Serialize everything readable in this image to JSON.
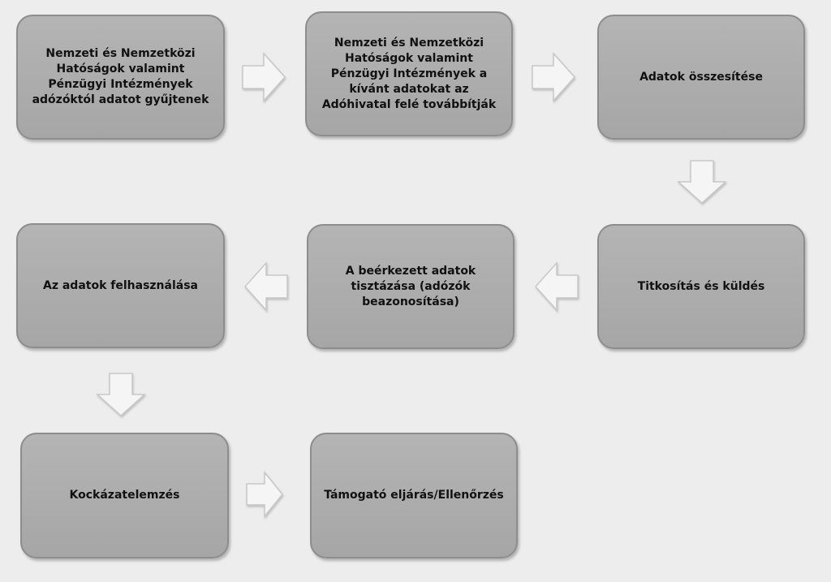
{
  "steps": [
    {
      "id": "collect",
      "label": "Nemzeti és Nemzetközi Hatóságok valamint Pénzügyi Intézmények adózóktól adatot gyűjtenek"
    },
    {
      "id": "forward",
      "label": "Nemzeti és Nemzetközi Hatóságok valamint Pénzügyi Intézmények a kívánt adatokat az Adóhivatal felé továbbítják"
    },
    {
      "id": "aggregate",
      "label": "Adatok összesítése"
    },
    {
      "id": "encrypt",
      "label": "Titkosítás és küldés"
    },
    {
      "id": "clarify",
      "label": "A beérkezett adatok tisztázása (adózók beazonosítása)"
    },
    {
      "id": "use",
      "label": "Az adatok felhasználása"
    },
    {
      "id": "risk",
      "label": "Kockázatelemzés"
    },
    {
      "id": "support",
      "label": "Támogató eljárás/Ellenőrzés"
    }
  ],
  "flow": [
    {
      "from": "collect",
      "to": "forward",
      "direction": "right"
    },
    {
      "from": "forward",
      "to": "aggregate",
      "direction": "right"
    },
    {
      "from": "aggregate",
      "to": "encrypt",
      "direction": "down"
    },
    {
      "from": "encrypt",
      "to": "clarify",
      "direction": "left"
    },
    {
      "from": "clarify",
      "to": "use",
      "direction": "left"
    },
    {
      "from": "use",
      "to": "risk",
      "direction": "down"
    },
    {
      "from": "risk",
      "to": "support",
      "direction": "right"
    }
  ]
}
